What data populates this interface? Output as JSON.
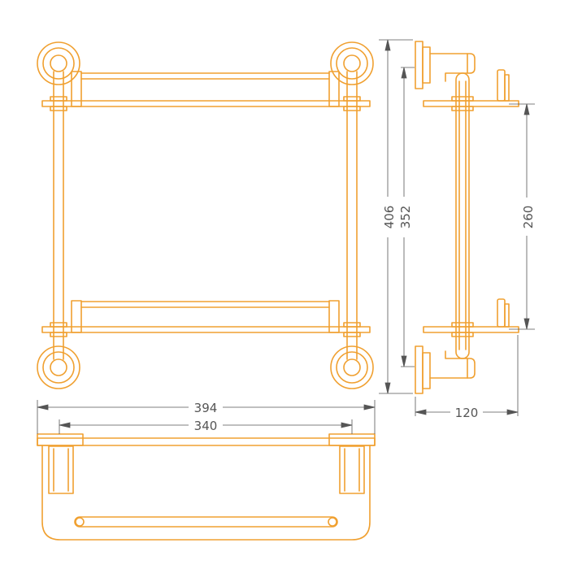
{
  "colors": {
    "part_stroke": "#f0a030",
    "dimension": "#555555",
    "background": "#ffffff"
  },
  "dimensions": {
    "overall_height": "406",
    "rail_height": "352",
    "shelf_spacing": "260",
    "depth": "120",
    "overall_width": "394",
    "post_spacing": "340"
  }
}
